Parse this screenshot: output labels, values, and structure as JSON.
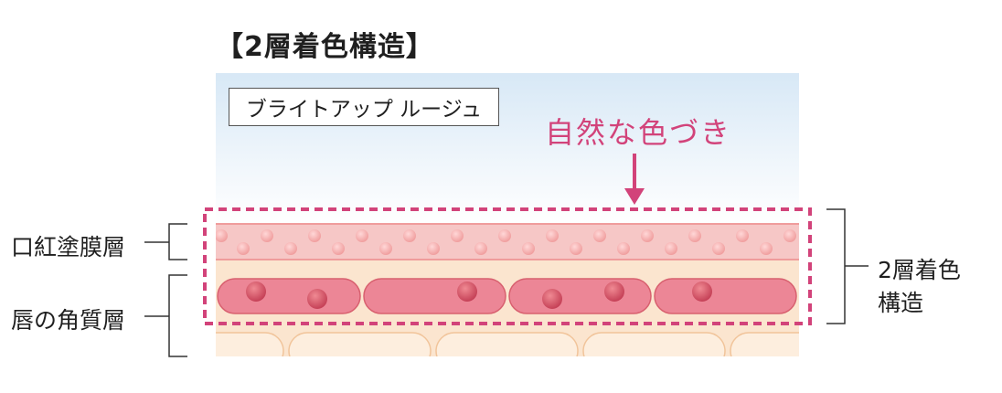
{
  "title": "【2層着色構造】",
  "product_label": "ブライトアップ ルージュ",
  "annotation": "自然な色づき",
  "layers": {
    "lipstick_film": "口紅塗膜層",
    "stratum_corneum": "唇の角質層"
  },
  "structure_label_line1": "2層着色",
  "structure_label_line2": "構造",
  "colors": {
    "accent": "#d2437a",
    "film_layer": "#f5c3c3",
    "cell": "#e8788c",
    "skin_base": "#fbe5cf",
    "sky_top": "#dbeaf6"
  }
}
